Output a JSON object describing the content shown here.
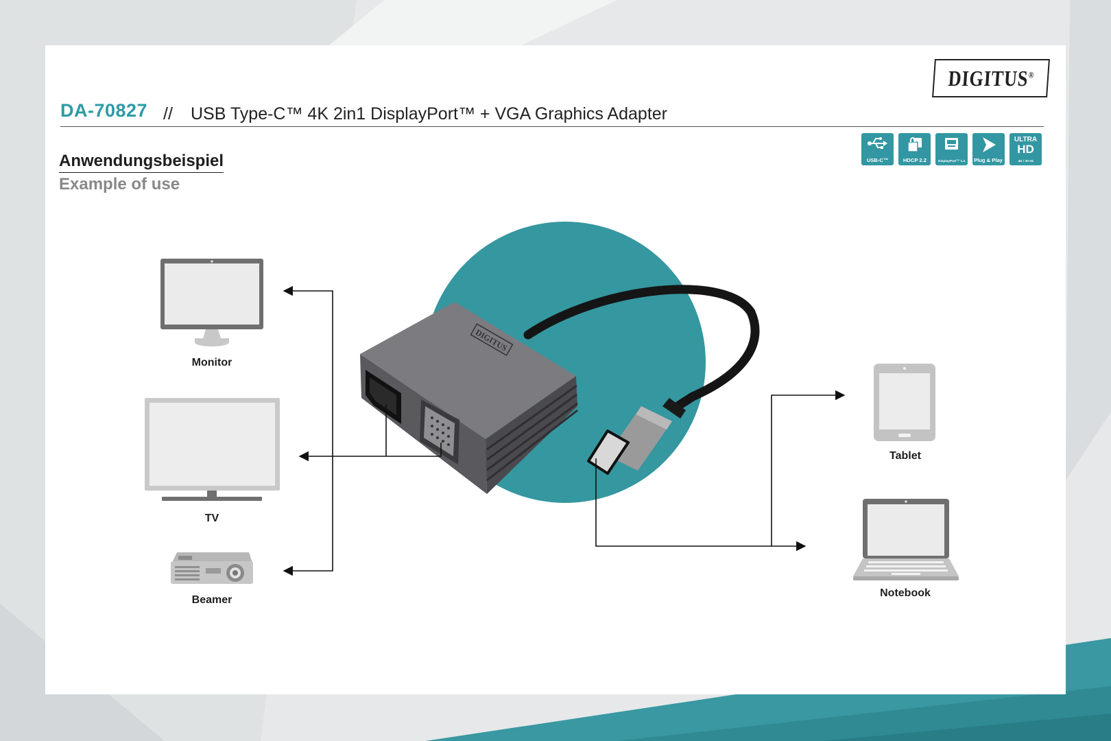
{
  "header": {
    "model": "DA-70827",
    "separator": "//",
    "title": "USB Type-C™ 4K 2in1 DisplayPort™ + VGA Graphics Adapter"
  },
  "brand": {
    "logo_text": "DIGITUS",
    "registered": "®"
  },
  "badges": [
    {
      "icon": "usb-icon",
      "label": "USB-C™"
    },
    {
      "icon": "hdcp-icon",
      "label": "HDCP 2.2"
    },
    {
      "icon": "displayport-icon",
      "label": "DisplayPort™ 1.4"
    },
    {
      "icon": "plug-and-play-icon",
      "label": "Plug & Play"
    },
    {
      "icon": "ultra-hd-icon",
      "line1": "ULTRA",
      "line2": "HD",
      "label": "4K / 30 Hz"
    }
  ],
  "section": {
    "title_de": "Anwendungsbeispiel",
    "title_en": "Example of use"
  },
  "devices": {
    "monitor": "Monitor",
    "tv": "TV",
    "beamer": "Beamer",
    "tablet": "Tablet",
    "notebook": "Notebook"
  },
  "adapter": {
    "engraving": "DIGITUS"
  },
  "colors": {
    "accent": "#2e9aa6",
    "teal_circle": "#35979f",
    "badge": "#3297a2"
  }
}
